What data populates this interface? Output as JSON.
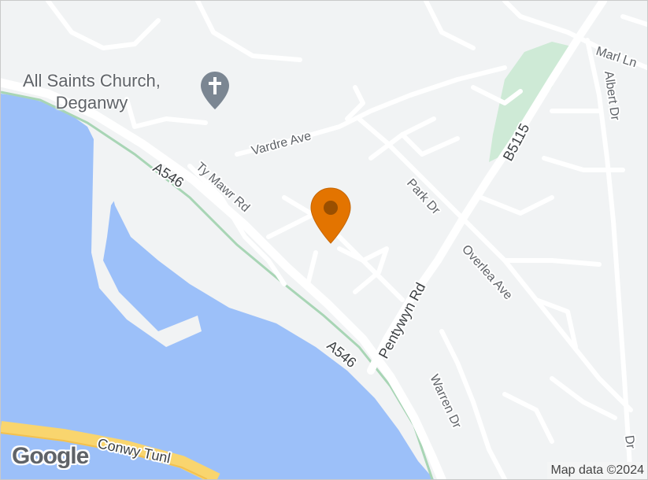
{
  "map": {
    "poi": {
      "name_line1": "All Saints Church,",
      "name_line2": "Deganwy",
      "icon": "church-cross-icon"
    },
    "roads": {
      "a546_upper": "A546",
      "a546_lower": "A546",
      "b5115": "B5115",
      "pentywyn_rd": "Pentywyn Rd",
      "vardre_ave": "Vardre Ave",
      "ty_mawr_rd": "Ty Mawr Rd",
      "park_dr": "Park Dr",
      "overlea_ave": "Overlea Ave",
      "warren_dr": "Warren Dr",
      "marl_ln": "Marl Ln",
      "albert_dr": "Albert Dr",
      "edge_dr": "Dr",
      "conwy_tunl": "Conwy Tunl"
    },
    "marker": {
      "icon": "location-pin-icon",
      "color": "#e37400"
    },
    "branding": {
      "logo": "Google"
    },
    "attribution": "Map data ©2024"
  },
  "colors": {
    "land": "#f1f3f4",
    "water": "#9cc0f9",
    "park": "#ceead6",
    "road": "#ffffff",
    "highway": "#f9d56e",
    "label": "#5f6368"
  }
}
